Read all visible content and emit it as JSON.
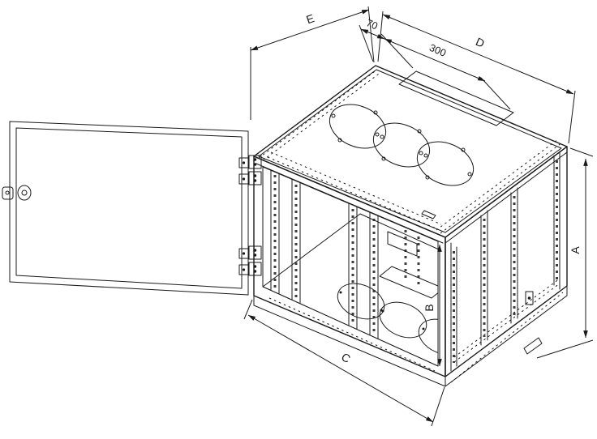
{
  "colors": {
    "line": "#1a1a1a",
    "background": "#ffffff"
  },
  "dimension_labels": {
    "e": "E",
    "offset_70": "70",
    "width_300": "300",
    "d": "D",
    "a": "A",
    "b": "B",
    "c": "C"
  }
}
